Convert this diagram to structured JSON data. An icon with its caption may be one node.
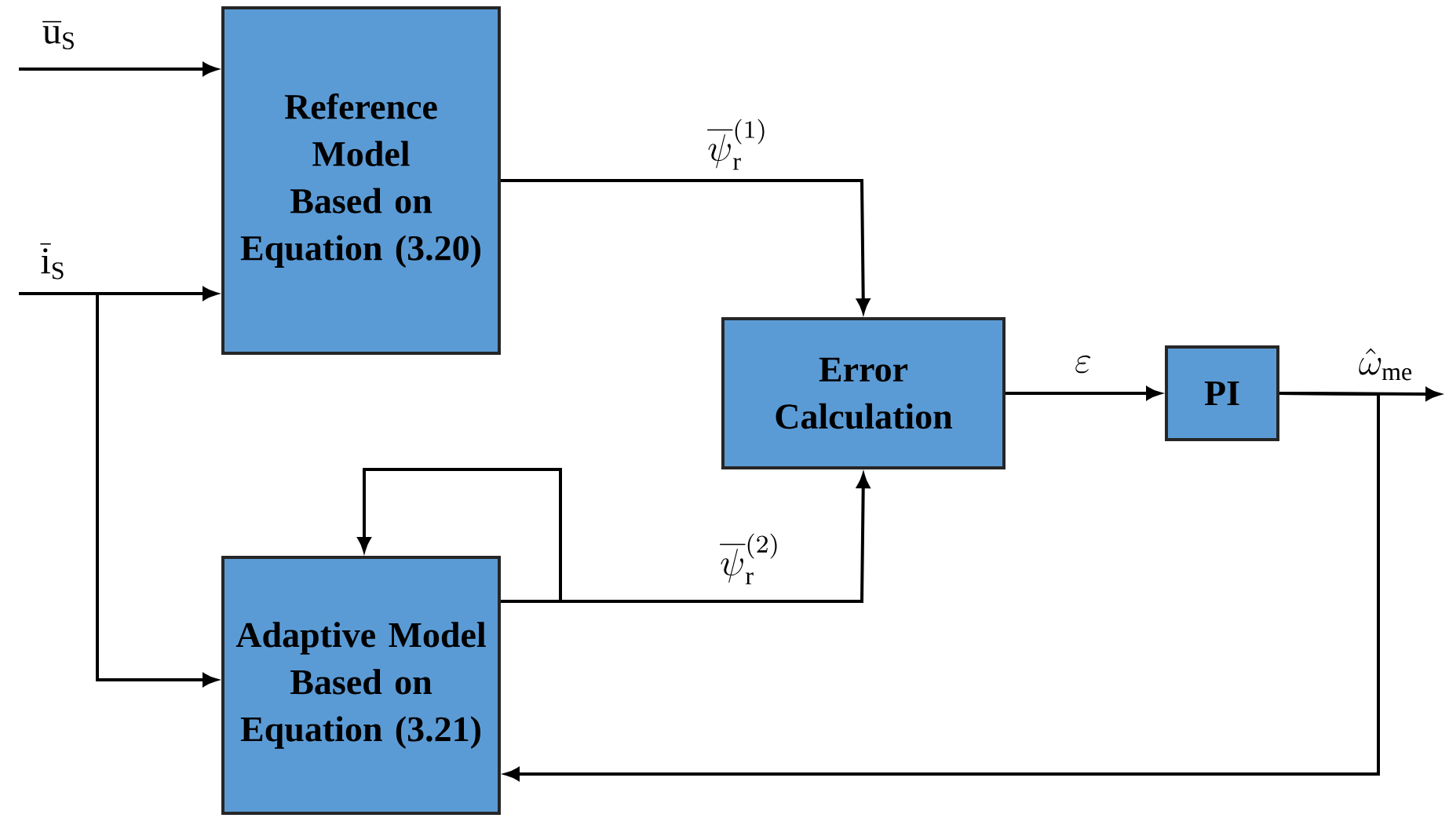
{
  "diagram": {
    "nodes": [
      {
        "text": [
          "Reference Model Based on Equation (3.20)"
        ]
      },
      {
        "text": [
          "Error Calculation"
        ]
      },
      {
        "text": [
          "PI"
        ]
      },
      {
        "text": [
          "Adaptive Model Based on Equation (3.21)"
        ]
      }
    ],
    "edges": [
      {
        "from": null,
        "to": 0,
        "arrow": "to",
        "label": "\\overline{\\mathrm{u}}_{\\mathrm{S}}"
      },
      {
        "from": null,
        "to": 0,
        "arrow": "to",
        "label": "\\overline{\\mathrm{i}}_{\\mathrm{S}}"
      },
      {
        "from": null,
        "to": 3,
        "arrow": "to"
      },
      {
        "from": 0,
        "to": 1,
        "arrow": "to",
        "label": "\\overline{\\psi}_{\\mathrm{r}}^{(1)}"
      },
      {
        "from": 3,
        "to": 1,
        "arrow": "to",
        "label": "\\overline{\\psi}_{\\mathrm{r}}^{(2)}"
      },
      {
        "from": 3,
        "to": 3,
        "arrow": "to"
      },
      {
        "from": 1,
        "to": 2,
        "arrow": "to",
        "label": "\\varepsilon"
      },
      {
        "from": 2,
        "to": null,
        "arrow": "to",
        "label": "\\hat{\\omega}_{\\mathrm{me}}"
      },
      {
        "from": 2,
        "to": 3,
        "arrow": "to"
      }
    ]
  }
}
